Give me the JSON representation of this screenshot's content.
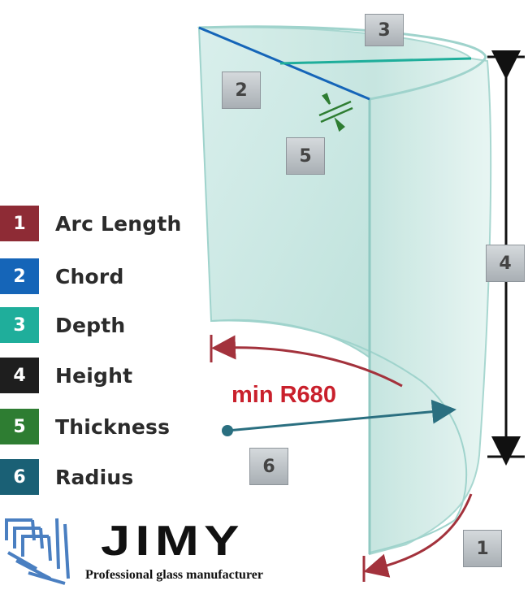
{
  "legend": [
    {
      "number": "1",
      "label": "Arc Length",
      "color": "#8e2b35"
    },
    {
      "number": "2",
      "label": "Chord",
      "color": "#1565b8"
    },
    {
      "number": "3",
      "label": "Depth",
      "color": "#1fae9b"
    },
    {
      "number": "4",
      "label": "Height",
      "color": "#1e1e1e"
    },
    {
      "number": "5",
      "label": "Thickness",
      "color": "#2e7d32"
    },
    {
      "number": "6",
      "label": "Radius",
      "color": "#1a6075"
    }
  ],
  "callouts": {
    "arc_length": "1",
    "chord": "2",
    "depth": "3",
    "height": "4",
    "thickness": "5",
    "radius": "6"
  },
  "radius_note": "min R680",
  "brand": {
    "name": "JIMY",
    "tagline": "Professional glass manufacturer"
  },
  "colors": {
    "glass_fill": "#cfeae6",
    "glass_edge": "#9fd3cc",
    "arc_arrow": "#a3323c",
    "radius_line": "#2a6f80",
    "height_arrow": "#111111",
    "note": "#c9202c"
  }
}
